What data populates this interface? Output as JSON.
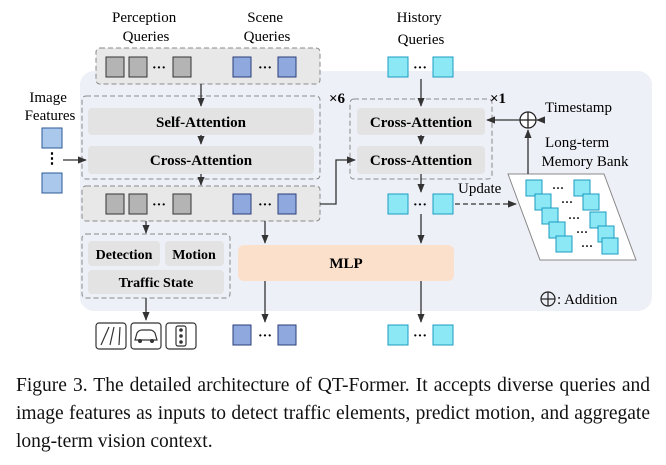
{
  "labels": {
    "perception_queries": [
      "Perception",
      "Queries"
    ],
    "scene_queries": [
      "Scene",
      "Queries"
    ],
    "history_queries": [
      "History",
      "Queries"
    ],
    "image_features": [
      "Image",
      "Features"
    ],
    "self_attention": "Self-Attention",
    "cross_attention": "Cross-Attention",
    "repeat_main": "×6",
    "repeat_history": "×1",
    "history_cross_attention_1": "Cross-Attention",
    "history_cross_attention_2": "Cross-Attention",
    "timestamp": "Timestamp",
    "memory_bank": [
      "Long-term",
      "Memory Bank"
    ],
    "update": "Update",
    "detection": "Detection",
    "motion": "Motion",
    "traffic_state": "Traffic State",
    "mlp": "MLP",
    "addition_legend": ": Addition",
    "ellipsis": "···"
  },
  "caption": {
    "figure": "Figure 3.",
    "text": "The detailed architecture of QT-Former. It accepts diverse queries and image features as inputs to detect traffic elements, predict motion, and aggregate long-term vision context."
  },
  "colors": {
    "perception_query": "#b4b4b4",
    "scene_query": "#8fa8de",
    "history_query": "#8de8f5",
    "history_query_border": "#1a9bc0",
    "block_fill": "#e3e3e3",
    "mlp_fill": "#fbe0cc",
    "panel_fill": "#eef0f7",
    "image_feature": "#a9c8ec"
  },
  "icons": [
    "lane-icon",
    "car-icon",
    "traffic-light-icon"
  ]
}
